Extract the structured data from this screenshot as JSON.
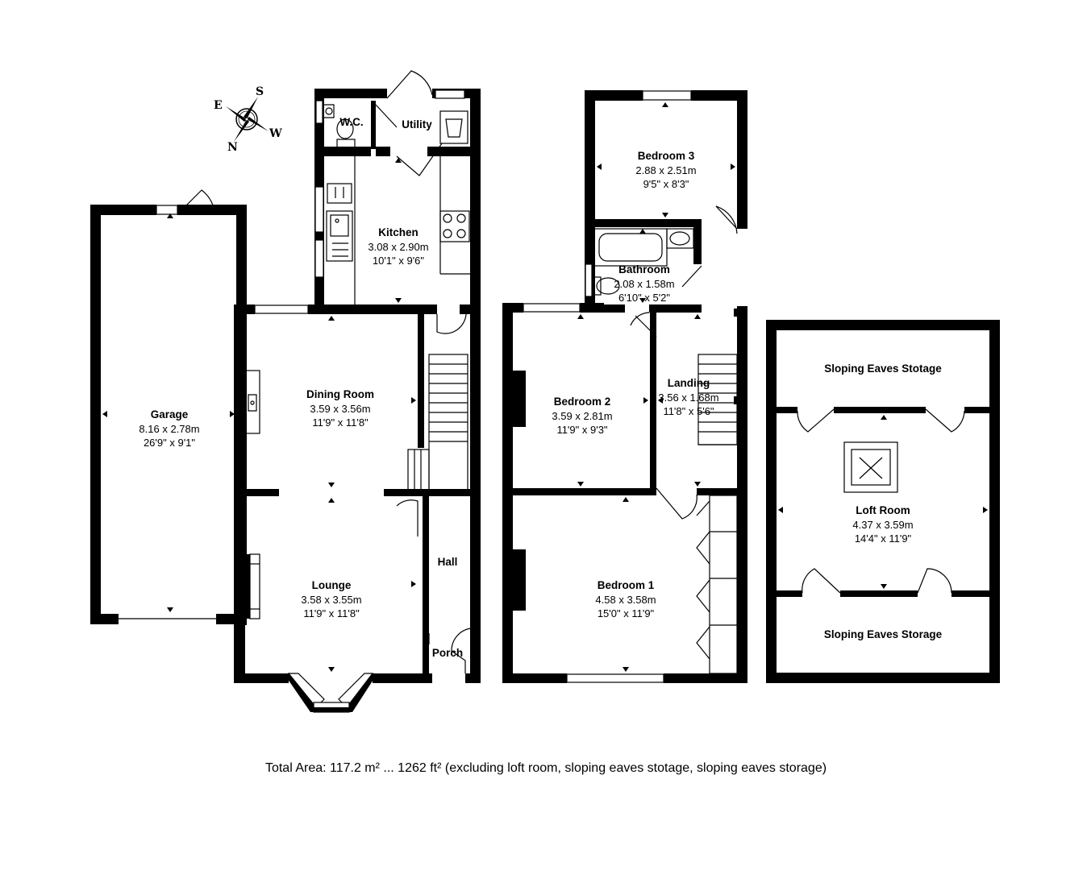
{
  "compass": {
    "east": "E",
    "south": "S",
    "west": "W",
    "north": "N"
  },
  "rooms": {
    "wc": {
      "name": "W.C."
    },
    "utility": {
      "name": "Utility"
    },
    "kitchen": {
      "name": "Kitchen",
      "metric": "3.08 x 2.90m",
      "imperial": "10'1\" x 9'6\""
    },
    "garage": {
      "name": "Garage",
      "metric": "8.16 x 2.78m",
      "imperial": "26'9\" x 9'1\""
    },
    "dining": {
      "name": "Dining Room",
      "metric": "3.59 x 3.56m",
      "imperial": "11'9\" x 11'8\""
    },
    "lounge": {
      "name": "Lounge",
      "metric": "3.58 x 3.55m",
      "imperial": "11'9\" x 11'8\""
    },
    "hall": {
      "name": "Hall"
    },
    "porch": {
      "name": "Porch"
    },
    "bedroom3": {
      "name": "Bedroom 3",
      "metric": "2.88 x 2.51m",
      "imperial": "9'5\" x 8'3\""
    },
    "bathroom": {
      "name": "Bathroom",
      "metric": "2.08 x 1.58m",
      "imperial": "6'10\" x 5'2\""
    },
    "bedroom2": {
      "name": "Bedroom 2",
      "metric": "3.59 x 2.81m",
      "imperial": "11'9\" x 9'3\""
    },
    "landing": {
      "name": "Landing",
      "metric": "3.56 x 1.68m",
      "imperial": "11'8\" x 5'6\""
    },
    "bedroom1": {
      "name": "Bedroom 1",
      "metric": "4.58 x 3.58m",
      "imperial": "15'0\" x 11'9\""
    },
    "eaves_top": {
      "name": "Sloping Eaves Stotage"
    },
    "loft": {
      "name": "Loft Room",
      "metric": "4.37 x 3.59m",
      "imperial": "14'4\" x 11'9\""
    },
    "eaves_bottom": {
      "name": "Sloping Eaves Storage"
    }
  },
  "footer": {
    "total_area": "Total Area: 117.2 m² ... 1262 ft² (excluding loft room, sloping eaves stotage, sloping eaves storage)"
  }
}
